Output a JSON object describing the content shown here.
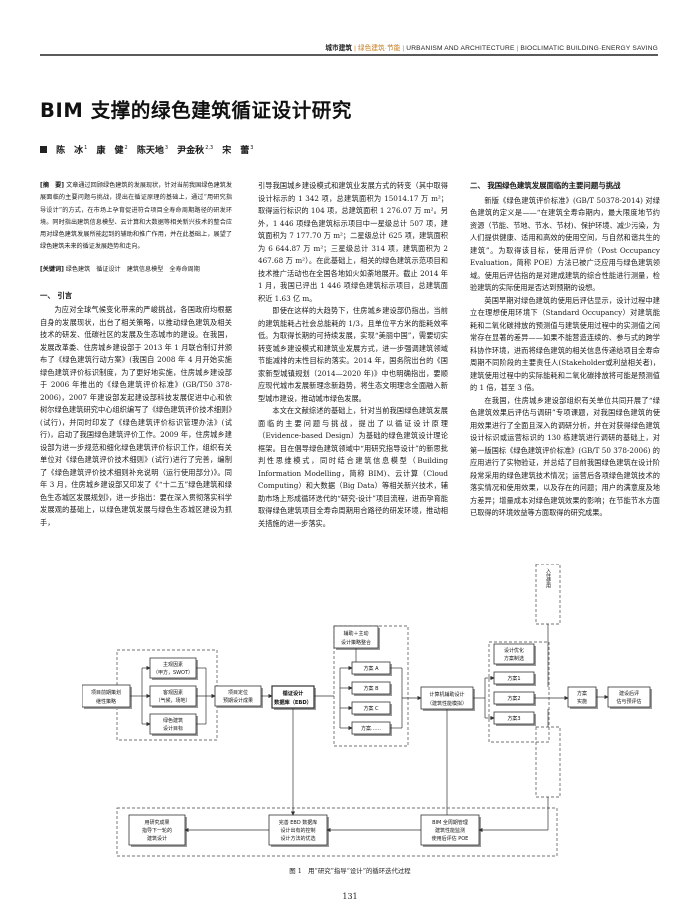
{
  "header": {
    "category": "城市建筑",
    "subcategory": "绿色建筑·节能",
    "english_a": "URBANISM AND ARCHITECTURE",
    "english_b": "BIOCLIMATIC BUILDING·ENERGY SAVING"
  },
  "title": "BIM 支撑的绿色建筑循证设计研究",
  "authors": [
    {
      "name": "陈　冰",
      "sup": "1"
    },
    {
      "name": "康　健",
      "sup": "2"
    },
    {
      "name": "陈天地",
      "sup": "3"
    },
    {
      "name": "尹金秋",
      "sup": "2,3"
    },
    {
      "name": "宋　蕾",
      "sup": "3"
    }
  ],
  "abstract": {
    "label": "[摘　要]",
    "text": "文章通过回顾绿色建筑的发展现状，针对当前我国绿色建筑发展面临的主要问题与挑战，提出在循证原理的基础上，通过“用研究指导设计”的方式，在市场上孕育促进符合项目全寿命周期路径的研发环境。同时指出建筑信息模型、云计算和大数据等相关新兴技术的整合应用对绿色建筑发展所能起到的辅助和推广作用，并在此基础上，展望了绿色建筑未来的循证发展趋势和走向。"
  },
  "keywords": {
    "label": "[关键词]",
    "text": "绿色建筑　循证设计　建筑信息模型　全寿命周期"
  },
  "sections": {
    "intro_title": "一、 引言",
    "intro_p1": "为应对全球气候变化带来的严峻挑战，各国政府均根据自身的发展现状，出台了相关策略，以推动绿色建筑及相关技术的研发、低碳社区的发展及生态城市的建设。在我国，发展改革委、住房城乡建设部于 2013 年 1 月联合制订并颁布了《绿色建筑行动方案》(我国自 2008 年 4 月开始实施绿色建筑评价标识制度，为了更好地实施，住房城乡建设部于 2006 年推出的《绿色建筑评价标准》(GB/T50 378-2006)，2007 年建设部发起建设部科技发展促进中心和依树尔绿色建筑研究中心组织编写了《绿色建筑评价技术细则》(试行)，并同时印发了《绿色建筑评价标识管理办法》(试行)，启动了我国绿色建筑评价工作。2009 年，住房城乡建设部为进一步规范和细化绿色建筑评价标识工作，组织有关单位对《绿色建筑评价技术细则》(试行)进行了完善，编制了《绿色建筑评价技术细则补充说明（运行使用部分)》。同年 3 月，住房城乡建设部又印发了《“十二五”绿色建筑和绿色生态城区发展规划》，进一步指出：要在深入贯彻落实科学发展观的基础上，以绿色建筑发展与绿色生态城区建设为抓手，",
    "c2_p1": "引导我国城乡建设模式和建筑业发展方式的转变（其中取得设计标示的 1 342 项，总建筑面积为 15014.17 万 m²；取得运行标识的 104 项，总建筑面积 1 276.07 万 m²。另外，1 446 项绿色建筑标示项目中一星级总计 507 项，建筑面积为 7 177.70 万 m²；二星级总计 625 项，建筑面积为 6 644.87 万 m²；三星级总计 314 项，建筑面积为 2 467.68 万 m²）。在此基础上，相关的绿色建筑示范项目和技术推广活动也在全国各地如火如荼地展开。截止 2014 年 1 月，我国已评出 1 446 项绿色建筑标示项目，总建筑面积近 1.63 亿 m。",
    "c2_p2": "即使在这样的大趋势下，住房城乡建设部仍指出，当前的建筑能耗占社会总能耗的 1/3，且单位平方米的能耗效率低。为取得长期的可持续发展，实现“美丽中国”，需要切实转变城乡建设模式和建筑业发展方式，进一步强调建筑领域节能减排的末性目标的落实。2014 年，国务院出台的《国家新型城镇规划（2014—2020 年)》中也明确指出，要顺应现代城市发展新理念新趋势，将生态文明理念全面融入新型城市建设，推动城市绿色发展。",
    "c2_p3": "本文在文献综述的基础上，针对当前我国绿色建筑发展面临的主要问题与挑战，提出了以循证设计原理（Evidence-based Design）为基础的绿色建筑设计理论框架。目在倡导绿色建筑领域中“用研究指导设计”的新思批判性思维模式，同时结合建筑信息模型（Building Information Modelling，简称 BIM)、云计算（Cloud Computing）和大数据（Big Data）等相关新兴技术，辅助市场上形成循环迭代的“研究-设计”项目流程，进而孕育能取得绿色建筑项目全寿命周期用合路径的研发环境，推动相关措施的进一步落实。",
    "c3_title": "二、 我国绿色建筑发展面临的主要问题与挑战",
    "c3_p1": "新版《绿色建筑评价标准》(GB/T 50378-2014) 对绿色建筑的定义是——“在建筑全寿命期内，最大限度地节约资源（节能、节地、节水、节材)、保护环境、减少污染，为人们提供健康、适用和高效的使用空间，与自然和谐共生的建筑”。为取得该目标，使用后评价（Post Occupancy Evaluation，简称 POE）方法已被广泛应用与绿色建筑领域。使用后评估指的是对建成建筑的综合性能进行测量，检验建筑的实际使用是否达到预期的设想。",
    "c3_p2": "英国早期对绿色建筑的使用后评估显示，设计过程中建立在理想使用环境下（Standard Occupancy）对建筑能耗和二氧化碳排放的预测值与建筑使用过程中的实测值之间常存在显著的差异——如果不能营造连续的、参与式的跨学科协作环境，进而将绿色建筑的相关信息传递给项目全寿命周期不同阶段的主要责任人(Stakeholder或利益相关者)，建筑使用过程中的实际能耗和二氧化碳排放将可能是预测值的 1 倍，甚至 3 倍。",
    "c3_p3": "在我国，住房城乡建设部组织有关单位共同开展了“绿色建筑效果后评估与调研”专项课题，对我国绿色建筑的使用效果进行了全面且深入的调研分析，并在对获得绿色建筑设计标识或运营标识的 130 栋建筑进行调研的基础上，对第一版国标《绿色建筑评价标准》(GB/T 50 378-2006) 的应用进行了实物验证，并总结了目前我国绿色建筑在设计阶段常采用的绿色建筑技术情况；运营后各项绿色建筑技术的落实情况和使用效果，以及存在的问题；用户的满意度及地方差异；增量成本对绿色建筑效果的影响；在节能节水方面已取得的环境效益等方面取得的研究成果。"
  },
  "figure": {
    "caption": "图 1　用“研究”指导“设计”的循环迭代过程",
    "boxes": {
      "project_prep": "项目前期策划",
      "dev_req": "继性策略",
      "main_principle": "主观因素",
      "pest": "（甲方，SWOT）",
      "objective": "客观因素",
      "climate": "（气候，场地）",
      "project_pos": "项目定位",
      "prelim_design": "预期设计成果",
      "green_target": "绿色建筑",
      "design_target": "设计目标",
      "evidence": "循证设计",
      "database": "数据库（EBD）",
      "assist1": "辅助＋主动",
      "assist2": "设计策略整合",
      "plan_a": "方案 A",
      "plan_b": "方案 B",
      "plan_c": "方案 C",
      "plan_dots": "方案……",
      "calc1": "计算机辅助设计",
      "calc2": "（建筑性能模拟）",
      "opt1": "设计优化",
      "opt2": "方案制选",
      "opt_plan1": "方案1",
      "opt_plan2": "方案2",
      "opt_plan3": "方案3",
      "plan_impl": "方案",
      "impl": "实施",
      "post_eval": "建设后评",
      "pe_eval": "估与预评估",
      "post_occ": "入住使用",
      "research1": "用研究成果",
      "research2": "指导下一轮的",
      "research3": "建筑设计",
      "ebd1": "完善 EBD 数据库",
      "ebd2": "设计出有的控制",
      "ebd3": "设计方法的优选",
      "bim1": "BIM 全周期管理",
      "bim2": "建筑性能监测",
      "bim3": "使用后评估 POE"
    }
  },
  "page_number": "131"
}
